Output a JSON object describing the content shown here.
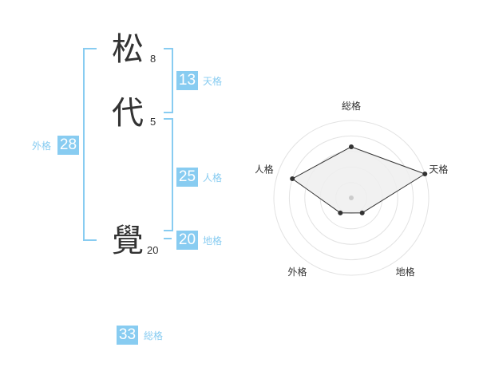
{
  "name": {
    "chars": [
      {
        "char": "松",
        "strokes": "8"
      },
      {
        "char": "代",
        "strokes": "5"
      },
      {
        "char": "覺",
        "strokes": "20"
      }
    ]
  },
  "kakusu": {
    "tenkaku": {
      "value": "13",
      "label": "天格"
    },
    "jinkaku": {
      "value": "25",
      "label": "人格"
    },
    "chikaku": {
      "value": "20",
      "label": "地格"
    },
    "gaikaku": {
      "value": "28",
      "label": "外格"
    },
    "soukaku": {
      "value": "33",
      "label": "総格"
    }
  },
  "colors": {
    "accent": "#88ccf1",
    "text": "#333333"
  },
  "chart_data": {
    "type": "radar",
    "axes": [
      "総格",
      "天格",
      "地格",
      "外格",
      "人格"
    ],
    "values": [
      3.3,
      5,
      1.2,
      1.2,
      4
    ],
    "range": [
      0,
      5
    ],
    "rings": 5
  }
}
